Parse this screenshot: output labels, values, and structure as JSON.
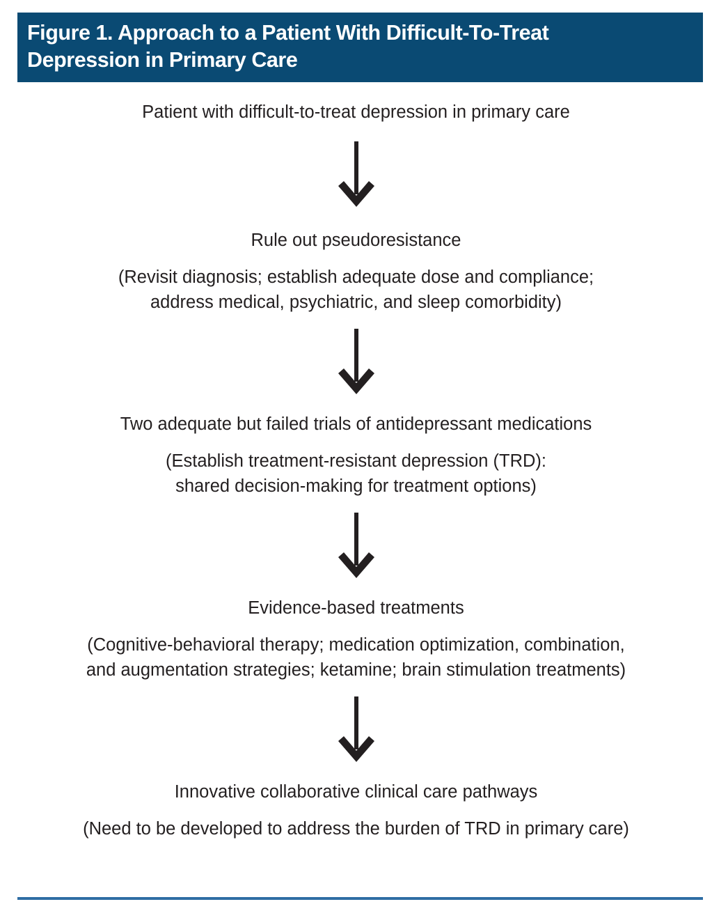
{
  "figure": {
    "banner": {
      "title": "Figure 1. Approach to a Patient With Difficult-To-Treat\nDepression in Primary Care",
      "background_color": "#0a4a73",
      "text_color": "#ffffff"
    },
    "bottom_rule_color": "#2e6da4",
    "body_text_color": "#231f20",
    "arrow_color": "#231f20",
    "arrow_icon_name": "down-arrow-icon",
    "steps": [
      {
        "title": "Patient with difficult-to-treat depression in primary care",
        "detail": ""
      },
      {
        "title": "Rule out pseudoresistance",
        "detail": "(Revisit diagnosis; establish adequate dose and compliance;\naddress medical, psychiatric, and sleep comorbidity)"
      },
      {
        "title": "Two adequate but failed trials of antidepressant medications",
        "detail": "(Establish treatment-resistant depression (TRD):\nshared decision-making for treatment options)"
      },
      {
        "title": "Evidence-based treatments",
        "detail": "(Cognitive-behavioral therapy; medication optimization, combination,\nand augmentation strategies; ketamine; brain stimulation treatments)"
      },
      {
        "title": "Innovative collaborative clinical care pathways",
        "detail": "(Need to be developed to address the burden of TRD in primary care)"
      }
    ]
  }
}
